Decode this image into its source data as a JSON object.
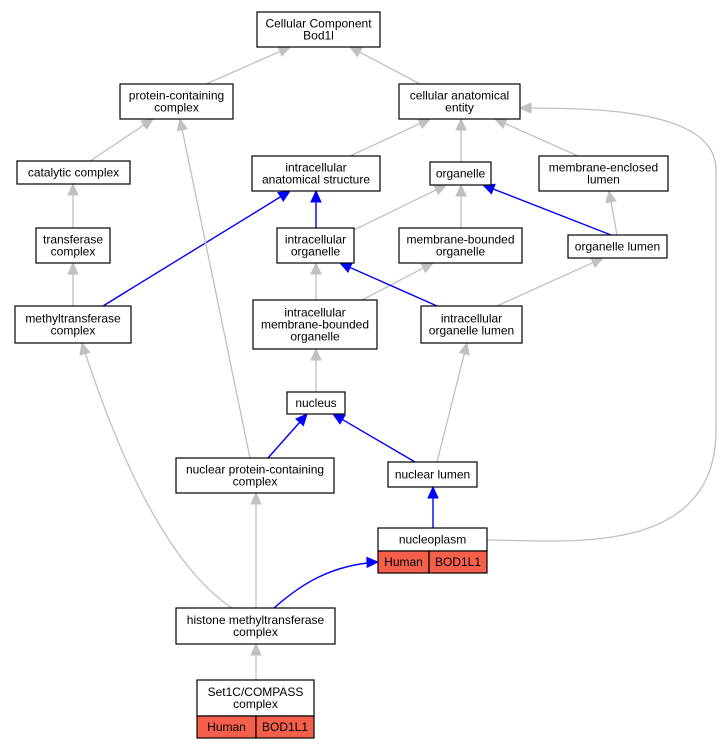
{
  "nodes": {
    "root": {
      "lines": [
        "Cellular Component",
        "Bod1l"
      ]
    },
    "protein_containing_complex": {
      "lines": [
        "protein-containing",
        "complex"
      ]
    },
    "cellular_anatomical_entity": {
      "lines": [
        "cellular anatomical",
        "entity"
      ]
    },
    "catalytic_complex": {
      "lines": [
        "catalytic complex"
      ]
    },
    "intracellular_anatomical_structure": {
      "lines": [
        "intracellular",
        "anatomical structure"
      ]
    },
    "organelle": {
      "lines": [
        "organelle"
      ]
    },
    "membrane_enclosed_lumen": {
      "lines": [
        "membrane-enclosed",
        "lumen"
      ]
    },
    "transferase_complex": {
      "lines": [
        "transferase",
        "complex"
      ]
    },
    "intracellular_organelle": {
      "lines": [
        "intracellular",
        "organelle"
      ]
    },
    "membrane_bounded_organelle": {
      "lines": [
        "membrane-bounded",
        "organelle"
      ]
    },
    "organelle_lumen": {
      "lines": [
        "organelle lumen"
      ]
    },
    "methyltransferase_complex": {
      "lines": [
        "methyltransferase",
        "complex"
      ]
    },
    "intracellular_membrane_bounded_organelle": {
      "lines": [
        "intracellular",
        "membrane-bounded",
        "organelle"
      ]
    },
    "intracellular_organelle_lumen": {
      "lines": [
        "intracellular",
        "organelle lumen"
      ]
    },
    "nucleus": {
      "lines": [
        "nucleus"
      ]
    },
    "nuclear_protein_containing_complex": {
      "lines": [
        "nuclear protein-containing",
        "complex"
      ]
    },
    "nuclear_lumen": {
      "lines": [
        "nuclear lumen"
      ]
    },
    "nucleoplasm": {
      "lines": [
        "nucleoplasm"
      ],
      "annotation": [
        "Human",
        "BOD1L1"
      ]
    },
    "histone_methyltransferase_complex": {
      "lines": [
        "histone methyltransferase",
        "complex"
      ]
    },
    "set1c_compass_complex": {
      "lines": [
        "Set1C/COMPASS",
        "complex"
      ],
      "annotation": [
        "Human",
        "BOD1L1"
      ]
    }
  },
  "edges": [
    {
      "from": "protein_containing_complex",
      "to": "root",
      "color": "gray"
    },
    {
      "from": "cellular_anatomical_entity",
      "to": "root",
      "color": "gray"
    },
    {
      "from": "catalytic_complex",
      "to": "protein_containing_complex",
      "color": "gray"
    },
    {
      "from": "intracellular_anatomical_structure",
      "to": "cellular_anatomical_entity",
      "color": "gray"
    },
    {
      "from": "organelle",
      "to": "cellular_anatomical_entity",
      "color": "gray"
    },
    {
      "from": "membrane_enclosed_lumen",
      "to": "cellular_anatomical_entity",
      "color": "gray"
    },
    {
      "from": "transferase_complex",
      "to": "catalytic_complex",
      "color": "gray"
    },
    {
      "from": "intracellular_organelle",
      "to": "intracellular_anatomical_structure",
      "color": "blue"
    },
    {
      "from": "intracellular_organelle",
      "to": "organelle",
      "color": "gray"
    },
    {
      "from": "membrane_bounded_organelle",
      "to": "organelle",
      "color": "gray"
    },
    {
      "from": "organelle_lumen",
      "to": "organelle",
      "color": "blue"
    },
    {
      "from": "organelle_lumen",
      "to": "membrane_enclosed_lumen",
      "color": "gray"
    },
    {
      "from": "methyltransferase_complex",
      "to": "transferase_complex",
      "color": "gray"
    },
    {
      "from": "methyltransferase_complex",
      "to": "intracellular_anatomical_structure",
      "color": "blue"
    },
    {
      "from": "intracellular_membrane_bounded_organelle",
      "to": "intracellular_organelle",
      "color": "gray"
    },
    {
      "from": "intracellular_membrane_bounded_organelle",
      "to": "membrane_bounded_organelle",
      "color": "gray"
    },
    {
      "from": "intracellular_organelle_lumen",
      "to": "intracellular_organelle",
      "color": "blue"
    },
    {
      "from": "intracellular_organelle_lumen",
      "to": "organelle_lumen",
      "color": "gray"
    },
    {
      "from": "nucleus",
      "to": "intracellular_membrane_bounded_organelle",
      "color": "gray"
    },
    {
      "from": "nuclear_protein_containing_complex",
      "to": "nucleus",
      "color": "blue"
    },
    {
      "from": "nuclear_protein_containing_complex",
      "to": "protein_containing_complex",
      "color": "gray"
    },
    {
      "from": "nuclear_lumen",
      "to": "nucleus",
      "color": "blue"
    },
    {
      "from": "nuclear_lumen",
      "to": "intracellular_organelle_lumen",
      "color": "gray"
    },
    {
      "from": "nucleoplasm",
      "to": "nuclear_lumen",
      "color": "blue"
    },
    {
      "from": "nucleoplasm",
      "to": "cellular_anatomical_entity",
      "color": "gray"
    },
    {
      "from": "histone_methyltransferase_complex",
      "to": "nuclear_protein_containing_complex",
      "color": "gray"
    },
    {
      "from": "histone_methyltransferase_complex",
      "to": "methyltransferase_complex",
      "color": "gray"
    },
    {
      "from": "histone_methyltransferase_complex",
      "to": "nucleoplasm",
      "color": "blue"
    },
    {
      "from": "set1c_compass_complex",
      "to": "histone_methyltransferase_complex",
      "color": "gray"
    }
  ],
  "colors": {
    "gray_edge": "#c0c0c0",
    "blue_edge": "#0000ff",
    "annotation_fill": "#f4604c"
  }
}
